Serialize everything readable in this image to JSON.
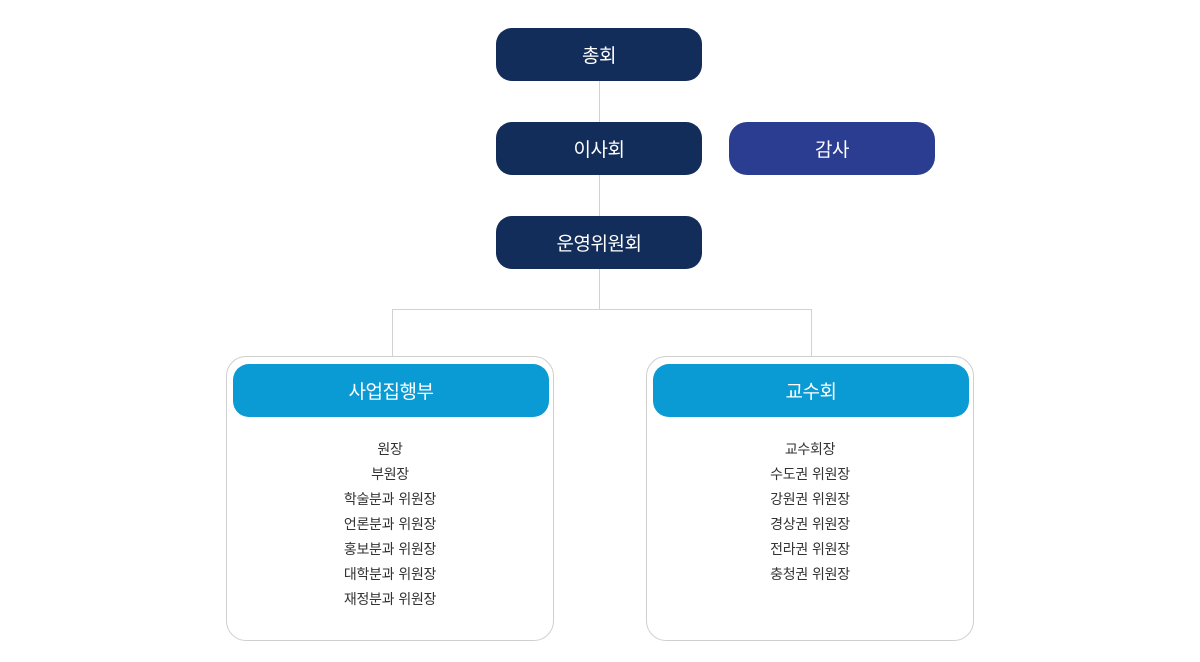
{
  "org": {
    "general_assembly": "총회",
    "board": "이사회",
    "auditor": "감사",
    "steering_committee": "운영위원회",
    "executive": {
      "title": "사업집행부",
      "roles": [
        "원장",
        "부원장",
        "학술분과 위원장",
        "언론분과 위원장",
        "홍보분과 위원장",
        "대학분과 위원장",
        "재정분과 위원장"
      ]
    },
    "faculty": {
      "title": "교수회",
      "roles": [
        "교수회장",
        "수도권 위원장",
        "강원권 위원장",
        "경상권 위원장",
        "전라권 위원장",
        "충청권 위원장"
      ]
    }
  },
  "colors": {
    "top_nodes": "#132d5a",
    "auditor_node": "#2a3d90",
    "panel_header": "#0a9ad4",
    "connector": "#d2d2d2"
  }
}
